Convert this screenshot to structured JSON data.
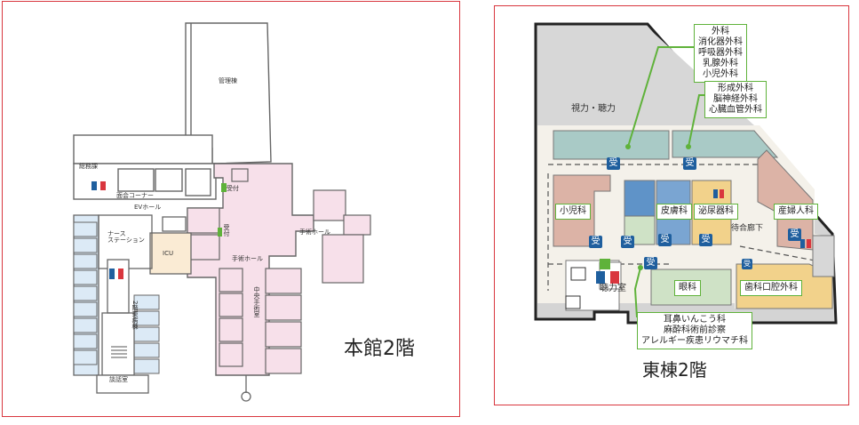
{
  "main_building": {
    "title": "本館2階",
    "labels": {
      "admin_wing": "管理棟",
      "general_affairs": "総務課",
      "meeting_corner": "面会コーナー",
      "reception": "受付",
      "ev_hall": "EVホール",
      "nurse_station": "ナース\nステーション",
      "icu": "ICU",
      "surgery_hall": "手術ホール",
      "surgery_hall_2": "手術ホール",
      "central_surgery": "中央手術室",
      "east_ward": "2階東病棟",
      "day_room": "談話室",
      "reception_2": "受付"
    }
  },
  "east_building": {
    "title": "東棟2階",
    "labels": {
      "vision_hearing": "視力・聴力",
      "waiting_corridor": "待合廊下",
      "consult_room": "聴力室",
      "pediatrics": "小児科",
      "dermatology": "皮膚科",
      "urology": "泌尿器科",
      "obgyn": "産婦人科",
      "ophthalmology": "眼科",
      "dental": "歯科口腔外科"
    },
    "callouts": {
      "surgery_group": [
        "外科",
        "消化器外科",
        "呼吸器外科",
        "乳腺外科",
        "小児外科"
      ],
      "plastic_group": [
        "形成外科",
        "脳神経外科",
        "心臓血管外科"
      ],
      "ent_group": [
        "耳鼻いんこう科",
        "麻酔科術前診察",
        "アレルギー疾患リウマチ科"
      ]
    },
    "reception_mark": "受"
  },
  "colors": {
    "frame": "#d9363e",
    "callout_border": "#5fb23a",
    "reception_badge": "#1f5f9e",
    "pink_area": "#f7e0ea",
    "blue_area": "#dceaf6",
    "teal_area": "#a9cac6",
    "salmon_area": "#dcb3a6",
    "tan_area": "#f2d28b",
    "grey_area": "#d9d9d9"
  }
}
